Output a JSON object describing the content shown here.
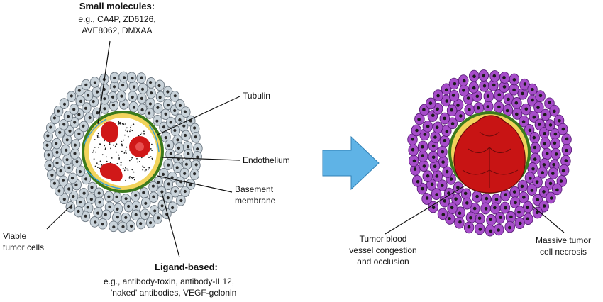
{
  "labels": {
    "small_molecules_title": "Small molecules:",
    "small_molecules_line1": "e.g., CA4P, ZD6126,",
    "small_molecules_line2": "AVE8062, DMXAA",
    "tubulin": "Tubulin",
    "endothelium": "Endothelium",
    "basement_line1": "Basement",
    "basement_line2": "membrane",
    "viable_line1": "Viable",
    "viable_line2": "tumor cells",
    "ligand_title": "Ligand-based:",
    "ligand_line1": "e.g., antibody-toxin, antibody-IL12,",
    "ligand_line2": "'naked' antibodies, VEGF-gelonin",
    "congestion_line1": "Tumor blood",
    "congestion_line2": "vessel congestion",
    "congestion_line3": "and occlusion",
    "necrosis_line1": "Massive tumor",
    "necrosis_line2": "cell necrosis"
  },
  "colors": {
    "viable_cell": "#c9d3da",
    "necrotic_cell": "#a64dc9",
    "vessel_ring": "#3b7a1c",
    "endothelium": "#f2d35b",
    "red_blood_cell": "#d01818",
    "arrow": "#5fb3e6"
  }
}
